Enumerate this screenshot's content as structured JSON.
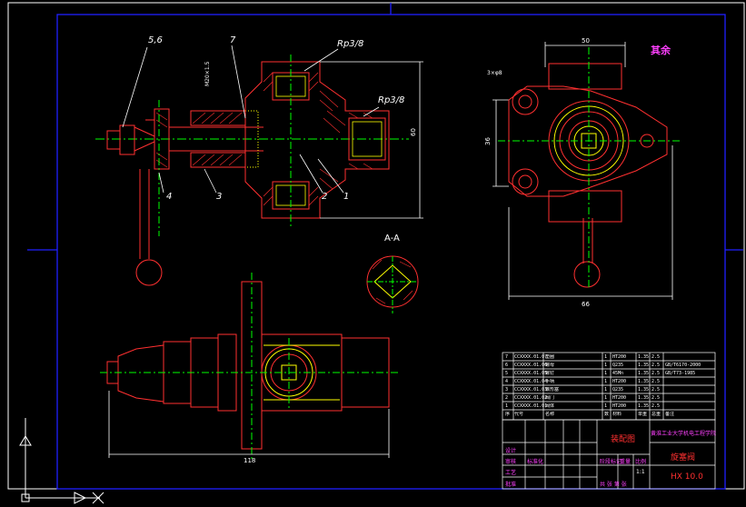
{
  "callouts": {
    "c56": "5,6",
    "c7": "7",
    "rp_top": "Rp3/8",
    "rp_right": "Rp3/8",
    "c4": "4",
    "c3": "3",
    "c2": "2",
    "c1": "1",
    "section": "A-A",
    "thread": "M20×1.5"
  },
  "dims": {
    "top_width": "50",
    "height_main": "60",
    "right_h": "36",
    "bottom_w": "66",
    "total_len": "118",
    "small_r": "3×φ8"
  },
  "roughness": "其余",
  "parts_list": {
    "rows": [
      {
        "no": "7",
        "code": "CCXXXX.01.07",
        "name": "垫圈",
        "qty": "1",
        "mat": "HT200",
        "a": "1.35",
        "b": "2.5",
        "std": ""
      },
      {
        "no": "6",
        "code": "CCXXXX.01.06",
        "name": "螺母",
        "qty": "1",
        "mat": "Q235",
        "a": "1.35",
        "b": "2.5",
        "std": "GB/T6170-2000"
      },
      {
        "no": "5",
        "code": "CCXXXX.01.05",
        "name": "螺钉",
        "qty": "1",
        "mat": "45Mn",
        "a": "1.35",
        "b": "2.5",
        "std": "GB/T73-1985"
      },
      {
        "no": "4",
        "code": "CCXXXX.01.04",
        "name": "手柄",
        "qty": "1",
        "mat": "HT200",
        "a": "1.35",
        "b": "2.5",
        "std": ""
      },
      {
        "no": "3",
        "code": "CCXXXX.01.03",
        "name": "锥形塞",
        "qty": "1",
        "mat": "Q235",
        "a": "1.35",
        "b": "2.5",
        "std": ""
      },
      {
        "no": "2",
        "code": "CCXXXX.01.02",
        "name": "阀门",
        "qty": "1",
        "mat": "HT200",
        "a": "1.35",
        "b": "2.5",
        "std": ""
      },
      {
        "no": "1",
        "code": "CCXXXX.01.01",
        "name": "阀体",
        "qty": "1",
        "mat": "HT200",
        "a": "1.35",
        "b": "2.5",
        "std": ""
      }
    ],
    "header": [
      "序",
      "代号",
      "名称",
      "数",
      "材料",
      "单重",
      "总重",
      "备注"
    ]
  },
  "title_block": {
    "drawing_name": "装配图",
    "school": "黄淮工业大学机电工程学院",
    "title": "旋塞阀",
    "code": "HX 10.0",
    "designer_label": "设计",
    "checker_label": "审核",
    "craft_label": "工艺",
    "approve_label": "批准",
    "scale_label": "比例",
    "sheet_label": "共 张 第 张",
    "std_label": "标准化",
    "stage_label": "阶段标记",
    "weight_label": "重量",
    "scale_value": "1:1"
  }
}
